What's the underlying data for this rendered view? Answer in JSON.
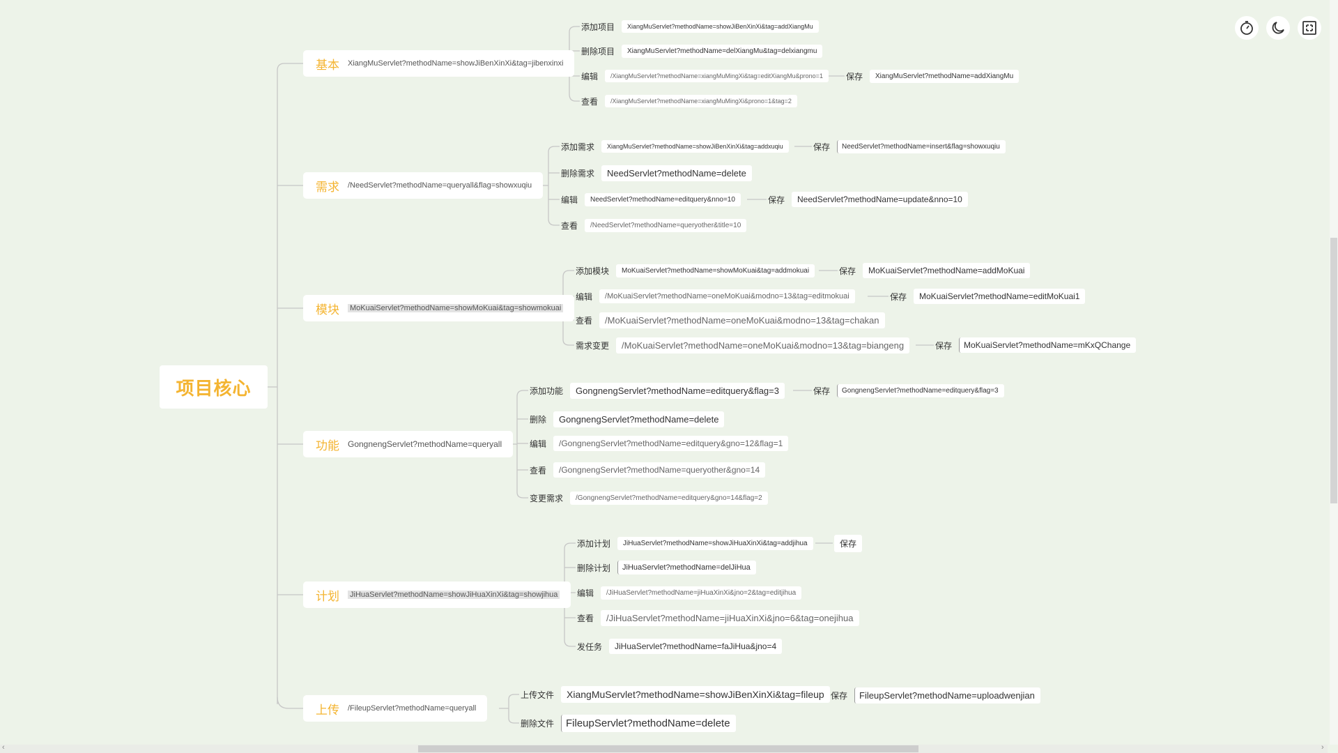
{
  "root": {
    "label": "项目核心"
  },
  "branches": [
    {
      "label": "基本",
      "url": "XiangMuServlet?methodName=showJiBenXinXi&tag=jibenxinxi"
    },
    {
      "label": "需求",
      "url": "/NeedServlet?methodName=queryall&flag=showxuqiu"
    },
    {
      "label": "模块",
      "url": "MoKuaiServlet?methodName=showMoKuai&tag=showmokuai"
    },
    {
      "label": "功能",
      "url": "GongnengServlet?methodName=queryall"
    },
    {
      "label": "计划",
      "url": "JiHuaServlet?methodName=showJiHuaXinXi&tag=showjihua"
    },
    {
      "label": "上传",
      "url": "/FileupServlet?methodName=queryall"
    }
  ],
  "leaves": {
    "jiben": [
      {
        "label": "添加项目",
        "url": "XiangMuServlet?methodName=showJiBenXinXi&tag=addXiangMu"
      },
      {
        "label": "删除项目",
        "url": "XiangMuServlet?methodName=delXiangMu&tag=delxiangmu"
      },
      {
        "label": "编辑",
        "url": "/XiangMuServlet?methodName=xiangMuMingXi&tag=editXiangMu&prono=1",
        "save_label": "保存",
        "save_url": "XiangMuServlet?methodName=addXiangMu"
      },
      {
        "label": "查看",
        "url": "/XiangMuServlet?methodName=xiangMuMingXi&prono=1&tag=2"
      }
    ],
    "xuqiu": [
      {
        "label": "添加需求",
        "url": "XiangMuServlet?methodName=showJiBenXinXi&tag=addxuqiu",
        "save_label": "保存",
        "save_url": "NeedServlet?methodName=insert&flag=showxuqiu"
      },
      {
        "label": "删除需求",
        "url": "NeedServlet?methodName=delete"
      },
      {
        "label": "编辑",
        "url": "NeedServlet?methodName=editquery&nno=10",
        "save_label": "保存",
        "save_url": "NeedServlet?methodName=update&nno=10"
      },
      {
        "label": "查看",
        "url": "/NeedServlet?methodName=queryother&title=10"
      }
    ],
    "mokuai": [
      {
        "label": "添加模块",
        "url": "MoKuaiServlet?methodName=showMoKuai&tag=addmokuai",
        "save_label": "保存",
        "save_url": "MoKuaiServlet?methodName=addMoKuai"
      },
      {
        "label": "编辑",
        "url": "/MoKuaiServlet?methodName=oneMoKuai&modno=13&tag=editmokuai",
        "save_label": "保存",
        "save_url": "MoKuaiServlet?methodName=editMoKuai1"
      },
      {
        "label": "查看",
        "url": "/MoKuaiServlet?methodName=oneMoKuai&modno=13&tag=chakan"
      },
      {
        "label": "需求变更",
        "url": "/MoKuaiServlet?methodName=oneMoKuai&modno=13&tag=biangeng",
        "save_label": "保存",
        "save_url": "MoKuaiServlet?methodName=mKxQChange"
      }
    ],
    "gongneng": [
      {
        "label": "添加功能",
        "url": "GongnengServlet?methodName=editquery&flag=3",
        "save_label": "保存",
        "save_url": "GongnengServlet?methodName=editquery&flag=3"
      },
      {
        "label": "删除",
        "url": "GongnengServlet?methodName=delete"
      },
      {
        "label": "编辑",
        "url": "/GongnengServlet?methodName=editquery&gno=12&flag=1"
      },
      {
        "label": "查看",
        "url": "/GongnengServlet?methodName=queryother&gno=14"
      },
      {
        "label": "变更需求",
        "url": "/GongnengServlet?methodName=editquery&gno=14&flag=2"
      }
    ],
    "jihua": [
      {
        "label": "添加计划",
        "url": "JiHuaServlet?methodName=showJiHuaXinXi&tag=addjihua",
        "save_label": "保存"
      },
      {
        "label": "删除计划",
        "url": "JiHuaServlet?methodName=delJiHua"
      },
      {
        "label": "编辑",
        "url": "/JiHuaServlet?methodName=jiHuaXinXi&jno=2&tag=editjihua"
      },
      {
        "label": "查看",
        "url": "/JiHuaServlet?methodName=jiHuaXinXi&jno=6&tag=onejihua"
      },
      {
        "label": "发任务",
        "url": "JiHuaServlet?methodName=faJiHua&jno=4"
      }
    ],
    "shangchuan": [
      {
        "label": "上传文件",
        "url": "XiangMuServlet?methodName=showJiBenXinXi&tag=fileup",
        "save_label": "保存",
        "save_url": "FileupServlet?methodName=uploadwenjian"
      },
      {
        "label": "删除文件",
        "url": "FileupServlet?methodName=delete"
      }
    ]
  },
  "toolbar": {
    "icons": [
      "timer-icon",
      "moon-icon",
      "fullscreen-icon"
    ]
  },
  "colors": {
    "background": "#edf3e9",
    "accent": "#f4b431",
    "node": "#ffffff",
    "line": "#c8c8c8"
  }
}
